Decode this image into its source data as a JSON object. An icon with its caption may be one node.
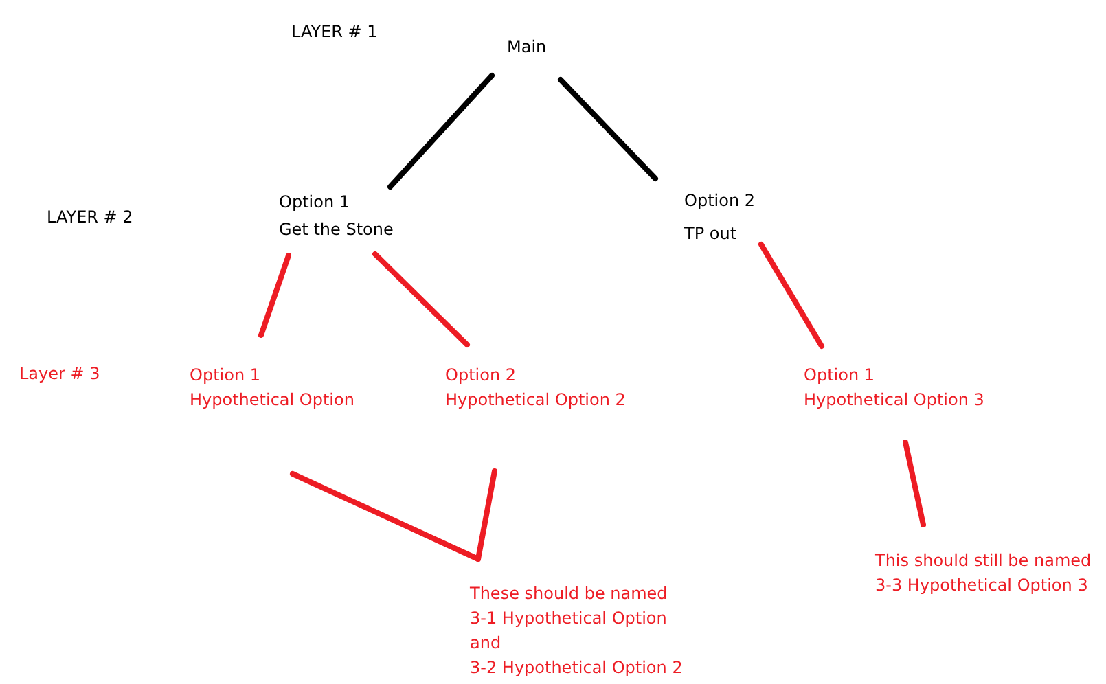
{
  "diagram": {
    "nodes": [
      {
        "text": [
          "Main"
        ]
      },
      {
        "text": [
          "Option 1",
          "Get the Stone"
        ]
      },
      {
        "text": [
          "Option 2",
          "TP out"
        ]
      },
      {
        "text": [
          "Option 1",
          "Hypothetical Option"
        ]
      },
      {
        "text": [
          "Option 2",
          "Hypothetical Option 2"
        ]
      },
      {
        "text": [
          "Option 1",
          "Hypothetical Option 3"
        ]
      },
      {
        "text": [
          "These should be named",
          "3-1 Hypothetical Option",
          "and",
          "3-2 Hypothetical Option 2"
        ]
      },
      {
        "text": [
          "This should still be named",
          "3-3 Hypothetical Option 3"
        ]
      }
    ],
    "edges": [
      {
        "from": 0,
        "to": 1,
        "arrow": "none",
        "color": "#000000"
      },
      {
        "from": 0,
        "to": 2,
        "arrow": "none",
        "color": "#000000"
      },
      {
        "from": 1,
        "to": 3,
        "arrow": "none"
      },
      {
        "from": 1,
        "to": 4,
        "arrow": "none"
      },
      {
        "from": 2,
        "to": 5,
        "arrow": "none"
      },
      {
        "from": 3,
        "to": 6,
        "arrow": "none"
      },
      {
        "from": 4,
        "to": 6,
        "arrow": "none"
      },
      {
        "from": 5,
        "to": 7,
        "arrow": "none"
      }
    ],
    "labels": [
      "LAYER # 1",
      "LAYER # 2",
      "Layer # 3"
    ]
  }
}
